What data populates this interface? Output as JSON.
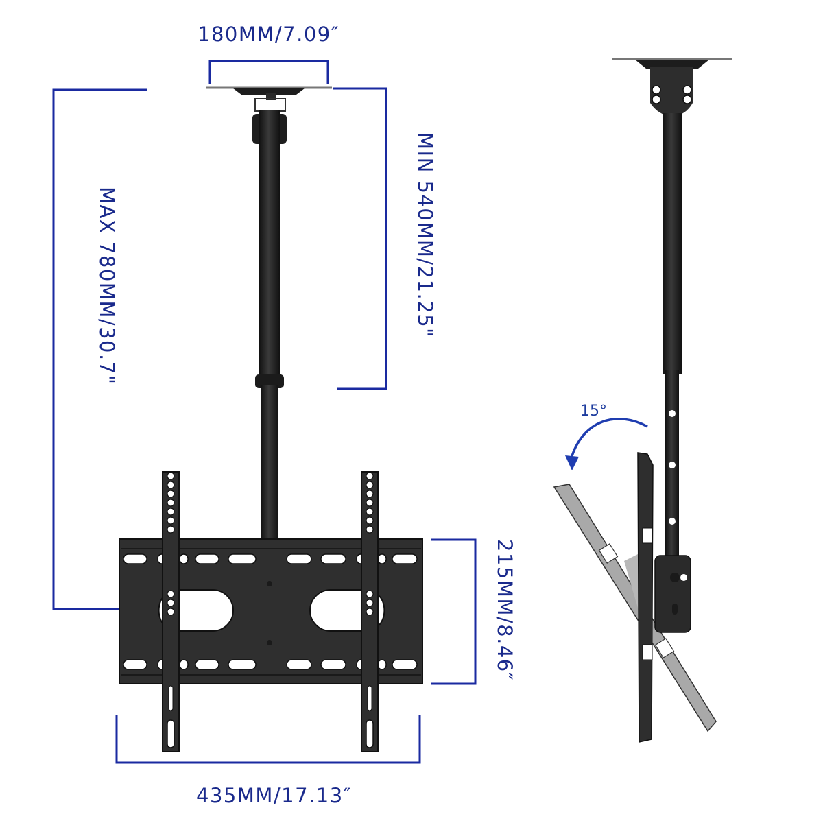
{
  "diagram": {
    "subject": "Ceiling TV mount dimension diagram",
    "views": [
      "front-view",
      "side-view"
    ],
    "colors": {
      "dimension_line": "#1a2aa0",
      "dimension_text": "#1a2a8c",
      "tilt_arrow": "#1f3db0",
      "mount_metal": "#2e2e2e",
      "mount_dark": "#1a1a1a",
      "tilted_plate": "#a9a9a9",
      "background": "#ffffff"
    }
  },
  "dimensions": {
    "ceiling_plate_width": "180MM/7.09″",
    "min_height": "MIN 540MM/21.25\"",
    "max_height": "MAX 780MM/30.7\"",
    "plate_height": "215MM/8.46″",
    "plate_width": "435MM/17.13″"
  },
  "tilt": {
    "angle_label": "15°"
  }
}
